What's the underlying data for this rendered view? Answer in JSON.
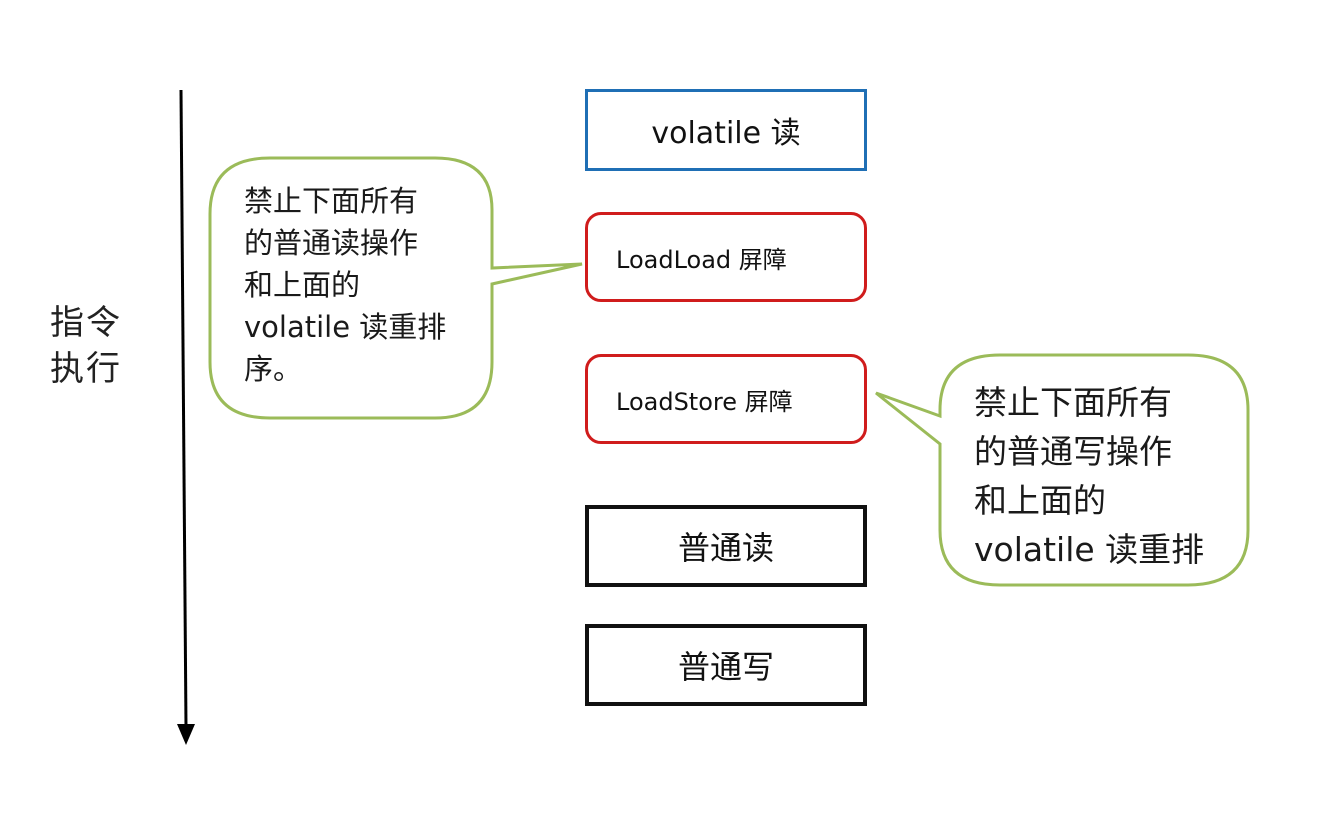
{
  "axis": {
    "label_lines": [
      "指令",
      "执行"
    ]
  },
  "boxes": {
    "volatile_read": "volatile 读",
    "loadload_barrier": "LoadLoad 屏障",
    "loadstore_barrier": "LoadStore 屏障",
    "normal_read": "普通读",
    "normal_write": "普通写"
  },
  "callouts": {
    "left_lines": [
      "禁止下面所有",
      "的普通读操作",
      "和上面的",
      "volatile 读重排",
      "序。"
    ],
    "right_lines": [
      "禁止下面所有",
      "的普通写操作",
      "和上面的",
      "volatile 读重排"
    ]
  },
  "colors": {
    "volatile_box_border": "#1f6fb5",
    "barrier_box_border": "#d01c1c",
    "normal_box_border": "#111111",
    "callout_border": "#9bbb59"
  }
}
